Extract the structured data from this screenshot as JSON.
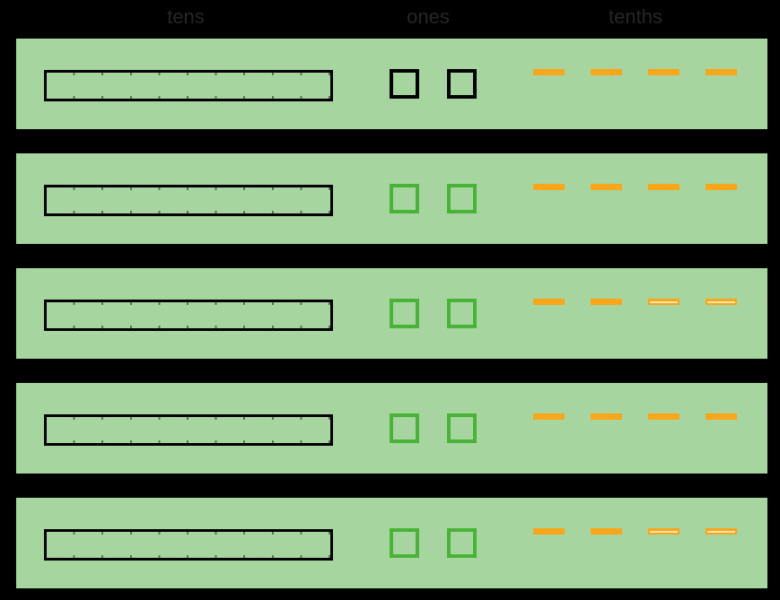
{
  "title": "place value blocks chart",
  "header": {
    "columns": [
      {
        "label": "tens"
      },
      {
        "label": "ones"
      },
      {
        "label": "tenths"
      }
    ]
  },
  "colors": {
    "page_bg": "#000000",
    "header_text": "#262626",
    "row_bg": "#a7d5a0",
    "unit_green": "#48b337",
    "dash_orange": "#f9a61a",
    "dash_stripe": "#f2e7ac",
    "outline_black": "#000000"
  },
  "rows": [
    {
      "name": "row-1",
      "tens": {
        "count": 1,
        "outline": "black"
      },
      "ones": {
        "count": 2,
        "outline": "black"
      },
      "tenths": {
        "count": 4,
        "styles": [
          "solid",
          "solid",
          "solid",
          "solid"
        ]
      }
    },
    {
      "name": "row-2",
      "tens": {
        "count": 1,
        "outline": "black"
      },
      "ones": {
        "count": 2,
        "outline": "green"
      },
      "tenths": {
        "count": 4,
        "styles": [
          "solid",
          "solid",
          "solid",
          "solid"
        ]
      }
    },
    {
      "name": "row-3",
      "tens": {
        "count": 1,
        "outline": "black"
      },
      "ones": {
        "count": 2,
        "outline": "green"
      },
      "tenths": {
        "count": 4,
        "styles": [
          "solid",
          "solid",
          "striped",
          "striped"
        ]
      }
    },
    {
      "name": "row-4",
      "tens": {
        "count": 1,
        "outline": "black"
      },
      "ones": {
        "count": 2,
        "outline": "green"
      },
      "tenths": {
        "count": 4,
        "styles": [
          "solid",
          "solid",
          "solid",
          "solid"
        ]
      }
    },
    {
      "name": "row-5",
      "tens": {
        "count": 1,
        "outline": "black"
      },
      "ones": {
        "count": 2,
        "outline": "green"
      },
      "tenths": {
        "count": 4,
        "styles": [
          "solid",
          "solid",
          "striped",
          "striped"
        ]
      }
    }
  ]
}
